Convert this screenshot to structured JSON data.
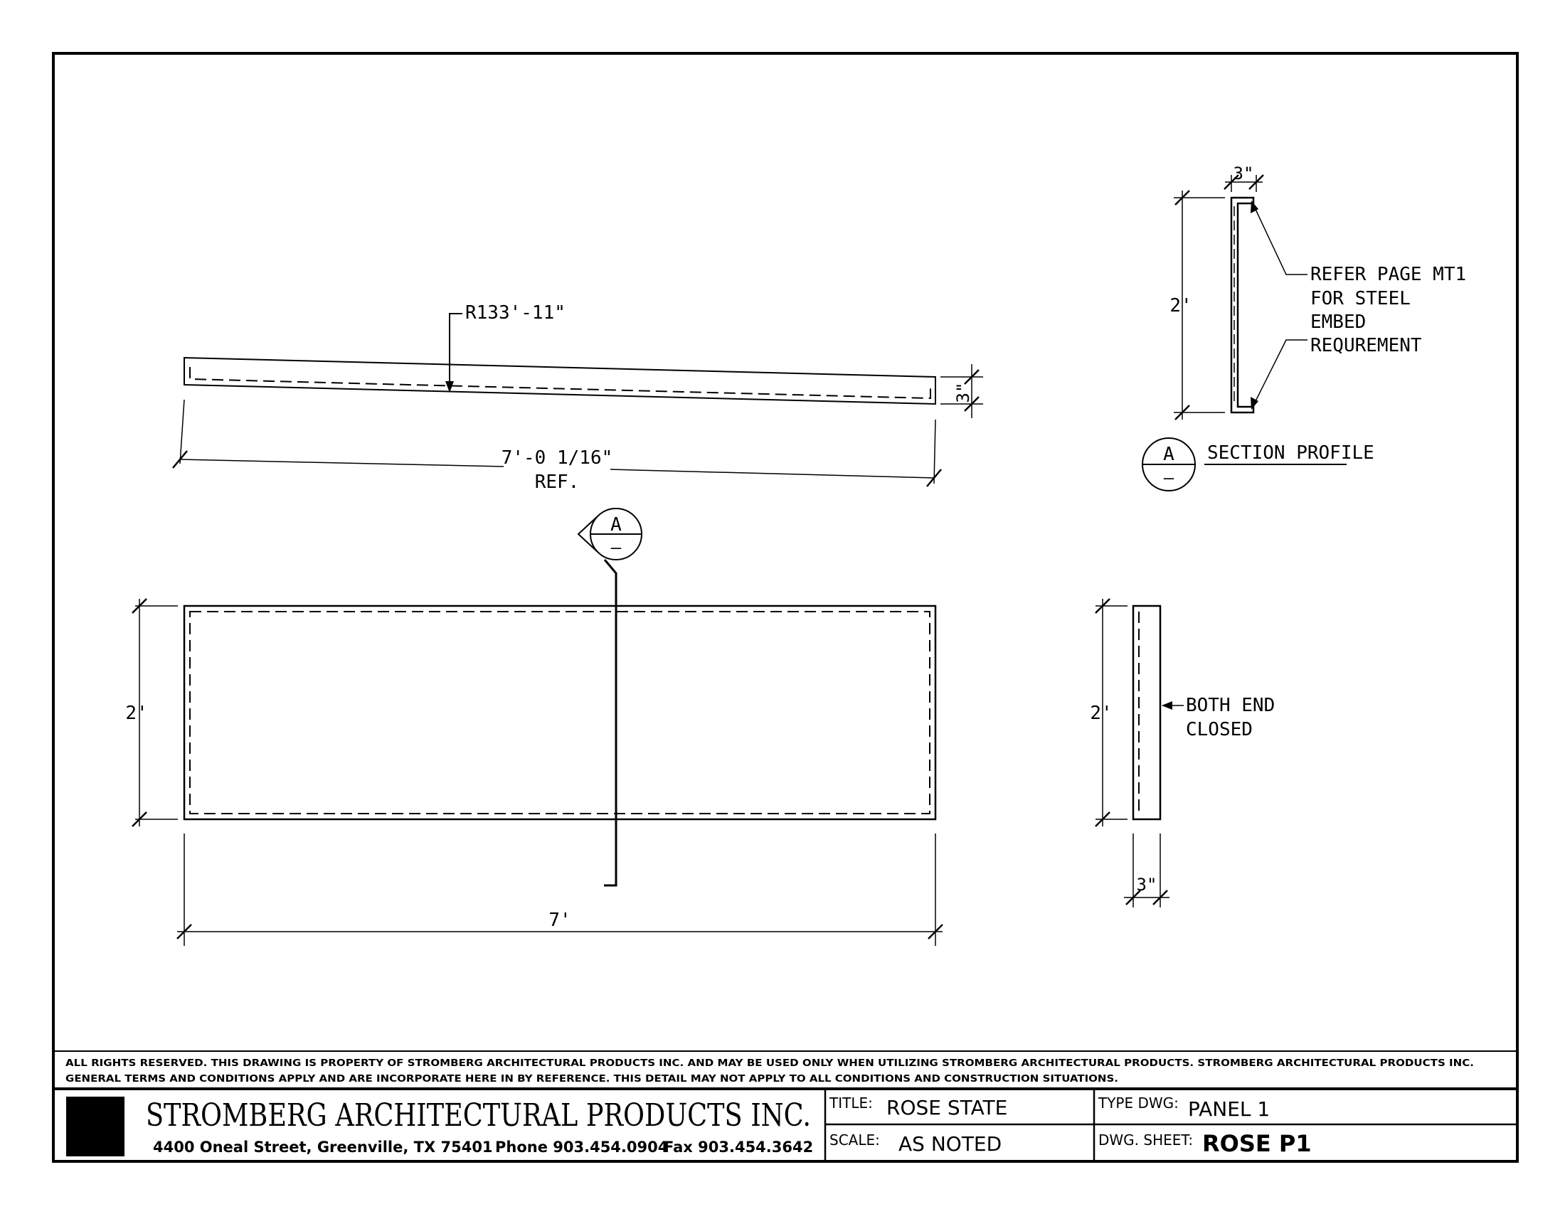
{
  "elevation": {
    "radius_label": "R133'-11\"",
    "length_label": "7'-0 1/16\"",
    "length_ref": "REF.",
    "thickness_label": "3\""
  },
  "section_marker": {
    "letter": "A",
    "sub": "–"
  },
  "front_view": {
    "height_label": "2'",
    "width_label": "7'"
  },
  "end_view": {
    "height_label": "2'",
    "width_label": "3\"",
    "note_line1": "BOTH END",
    "note_line2": "CLOSED"
  },
  "section_detail": {
    "width_label": "3\"",
    "height_label": "2'",
    "note_lines": [
      "REFER PAGE MT1",
      "FOR STEEL",
      "EMBED",
      "REQUREMENT"
    ],
    "marker_letter": "A",
    "marker_sub": "–",
    "caption": "SECTION PROFILE"
  },
  "title_block": {
    "disclaimer_line1": "ALL RIGHTS RESERVED. THIS DRAWING IS PROPERTY OF STROMBERG ARCHITECTURAL PRODUCTS INC. AND MAY BE USED ONLY WHEN UTILIZING STROMBERG ARCHITECTURAL PRODUCTS.  STROMBERG ARCHITECTURAL PRODUCTS INC.",
    "disclaimer_line2": "GENERAL TERMS AND CONDITIONS APPLY AND ARE INCORPORATE HERE IN BY REFERENCE.  THIS DETAIL MAY NOT APPLY TO ALL CONDITIONS AND CONSTRUCTION SITUATIONS.",
    "company_name": "STROMBERG ARCHITECTURAL PRODUCTS INC.",
    "address": "4400 Oneal Street, Greenville, TX  75401",
    "phone": "Phone 903.454.0904",
    "fax": "Fax 903.454.3642",
    "title_label": "TITLE:",
    "title_value": "ROSE STATE",
    "scale_label": "SCALE:",
    "scale_value": "AS NOTED",
    "type_label": "TYPE DWG:",
    "type_value": "PANEL 1",
    "sheet_label": "DWG. SHEET:",
    "sheet_value": "ROSE P1"
  }
}
